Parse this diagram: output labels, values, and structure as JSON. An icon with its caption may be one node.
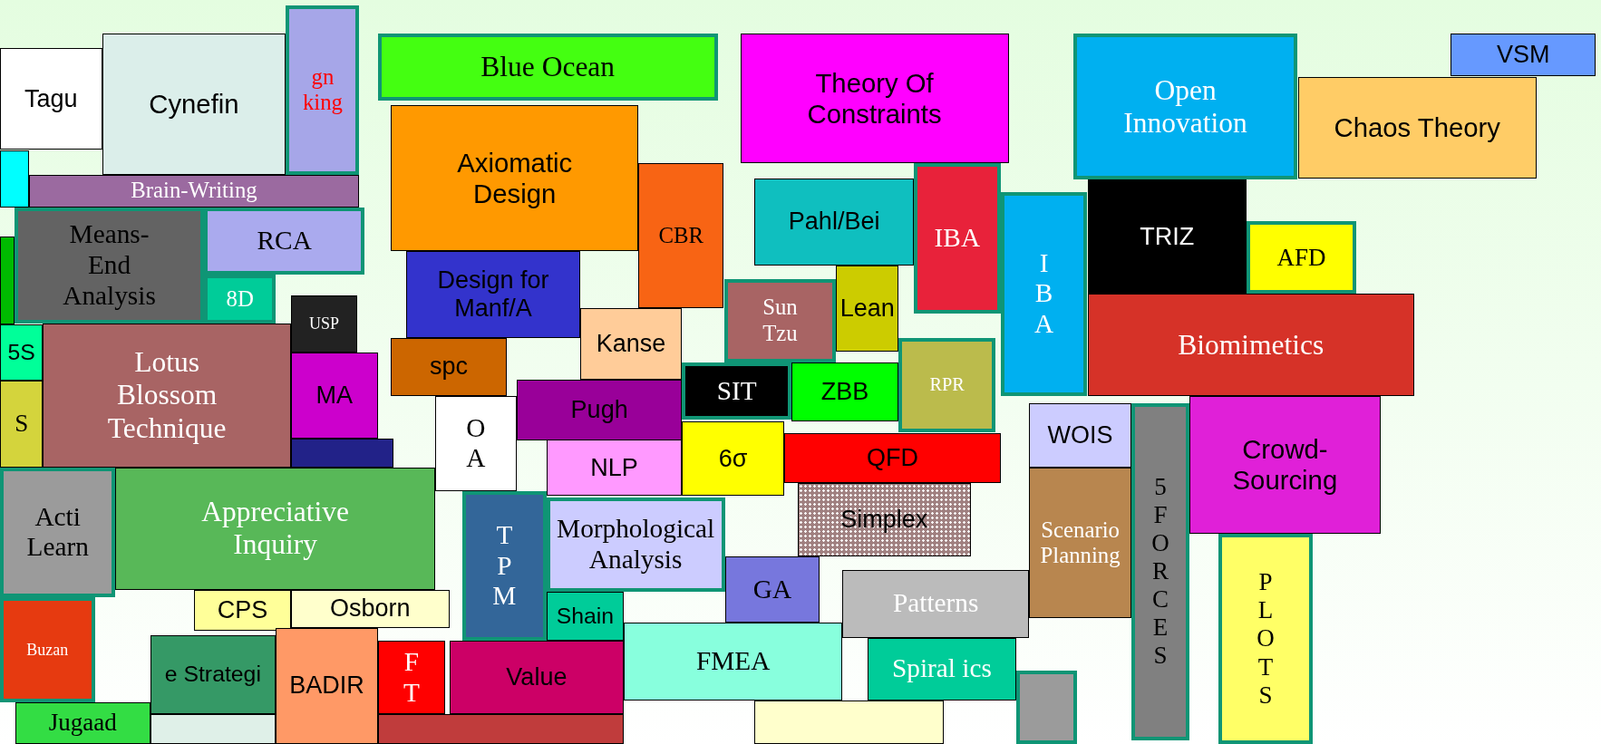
{
  "diagram": {
    "nodes": [
      {
        "text": [
          "Tagu"
        ]
      },
      {
        "text": [
          "gn king"
        ]
      },
      {
        "text": [
          "Cynefin"
        ]
      },
      {
        "text": [],
        "shape": "box"
      },
      {
        "text": [
          "Brain-Writing"
        ]
      },
      {
        "text": [],
        "shape": "box"
      },
      {
        "text": [
          "Means-End Analysis"
        ]
      },
      {
        "text": [
          "RCA"
        ]
      },
      {
        "text": [
          "8D"
        ]
      },
      {
        "text": [
          "USP"
        ]
      },
      {
        "text": [
          "5S"
        ]
      },
      {
        "text": [
          "Lotus Blossom Technique"
        ]
      },
      {
        "text": [
          "MA"
        ]
      },
      {
        "text": [],
        "shape": "box"
      },
      {
        "text": [
          "S"
        ]
      },
      {
        "text": [
          "Acti Learn"
        ]
      },
      {
        "text": [
          "Appreciative Inquiry"
        ]
      },
      {
        "text": [
          "CPS"
        ]
      },
      {
        "text": [
          "Osborn"
        ]
      },
      {
        "text": [
          "Buzan"
        ]
      },
      {
        "text": [
          "e Strategi"
        ]
      },
      {
        "text": [
          "Jugaad"
        ]
      },
      {
        "text": [],
        "shape": "box"
      },
      {
        "text": [
          "BADIR"
        ]
      },
      {
        "text": [
          "F T"
        ]
      },
      {
        "text": [
          "Blue Ocean"
        ]
      },
      {
        "text": [
          "Theory Of Constraints"
        ]
      },
      {
        "text": [
          "Axiomatic Design"
        ]
      },
      {
        "text": [
          "CBR"
        ]
      },
      {
        "text": [
          "Design for Manf/A"
        ]
      },
      {
        "text": [
          "Kanse"
        ]
      },
      {
        "text": [
          "spc"
        ]
      },
      {
        "text": [
          "Pugh"
        ]
      },
      {
        "text": [
          "O A"
        ]
      },
      {
        "text": [
          "T P M"
        ]
      },
      {
        "text": [
          "NLP"
        ]
      },
      {
        "text": [
          "6σ"
        ]
      },
      {
        "text": [
          "Morphological Analysis"
        ]
      },
      {
        "text": [
          "Shain"
        ]
      },
      {
        "text": [
          "Value"
        ]
      },
      {
        "text": [],
        "shape": "box"
      },
      {
        "text": [
          "FMEA"
        ]
      },
      {
        "text": [],
        "shape": "box"
      },
      {
        "text": [
          "Spiral ics"
        ]
      },
      {
        "text": [],
        "shape": "box"
      },
      {
        "text": [
          "Pahl/Bei"
        ]
      },
      {
        "text": [
          "Lean"
        ]
      },
      {
        "text": [
          "Sun Tzu"
        ]
      },
      {
        "text": [
          "SIT"
        ]
      },
      {
        "text": [
          "ZBB"
        ]
      },
      {
        "text": [
          "IBA"
        ]
      },
      {
        "text": [
          "RPR"
        ]
      },
      {
        "text": [
          "QFD"
        ]
      },
      {
        "text": [
          "Simplex"
        ]
      },
      {
        "text": [
          "GA"
        ]
      },
      {
        "text": [
          "Patterns"
        ]
      },
      {
        "text": [
          "Open Innovation"
        ]
      },
      {
        "text": [
          "VSM"
        ]
      },
      {
        "text": [
          "Chaos Theory"
        ]
      },
      {
        "text": [
          "TRIZ"
        ]
      },
      {
        "text": [
          "I B A"
        ]
      },
      {
        "text": [
          "AFD"
        ]
      },
      {
        "text": [
          "Biomimetics"
        ]
      },
      {
        "text": [
          "WOIS"
        ]
      },
      {
        "text": [
          "5 F O R C E S"
        ]
      },
      {
        "text": [
          "Crowd-Sourcing"
        ]
      },
      {
        "text": [
          "Scenario Planning"
        ]
      },
      {
        "text": [
          "P L O T S"
        ]
      }
    ]
  }
}
